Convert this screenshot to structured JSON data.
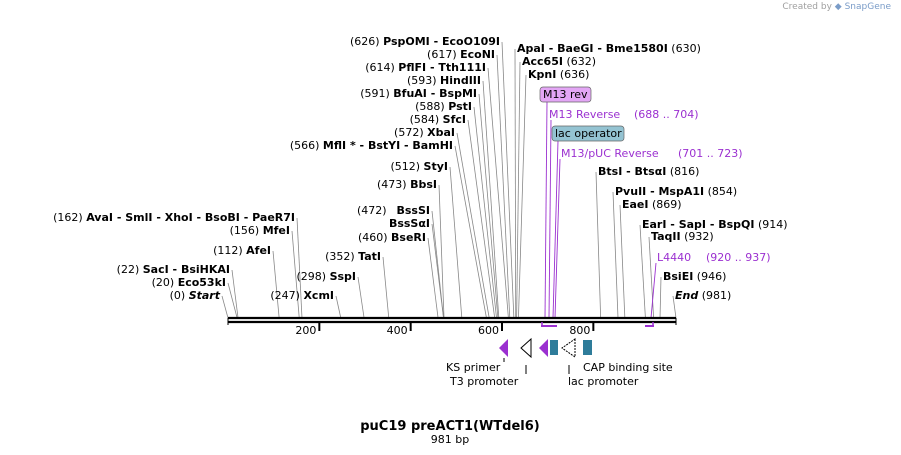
{
  "creator": {
    "prefix": "Created by",
    "brand": "SnapGene"
  },
  "plasmid": {
    "name": "puC19 preACT1(WTdel6)",
    "length_label": "981 bp",
    "length": 981
  },
  "axis_ticks": [
    {
      "label": "200",
      "bp": 200
    },
    {
      "label": "400",
      "bp": 400
    },
    {
      "label": "600",
      "bp": 600
    },
    {
      "label": "800",
      "bp": 800
    }
  ],
  "left_labels": [
    {
      "pos": "(626)",
      "bp": 626,
      "row": 0,
      "names": [
        "PspOMI",
        "EcoO109I"
      ]
    },
    {
      "pos": "(617)",
      "bp": 617,
      "row": 1,
      "names": [
        "EcoNI"
      ]
    },
    {
      "pos": "(614)",
      "bp": 614,
      "row": 2,
      "names": [
        "PflFI",
        "Tth111I"
      ]
    },
    {
      "pos": "(593)",
      "bp": 593,
      "row": 3,
      "names": [
        "HindIII"
      ]
    },
    {
      "pos": "(591)",
      "bp": 591,
      "row": 4,
      "names": [
        "BfuAI",
        "BspMI"
      ]
    },
    {
      "pos": "(588)",
      "bp": 588,
      "row": 5,
      "names": [
        "PstI"
      ]
    },
    {
      "pos": "(584)",
      "bp": 584,
      "row": 6,
      "names": [
        "SfcI"
      ]
    },
    {
      "pos": "(572)",
      "bp": 572,
      "row": 7,
      "names": [
        "XbaI"
      ]
    },
    {
      "pos": "(566)",
      "bp": 566,
      "row": 8,
      "names": [
        "MflI *",
        "BstYI",
        "BamHI"
      ]
    },
    {
      "pos": "(512)",
      "bp": 512,
      "row": 9,
      "names": [
        "StyI"
      ]
    },
    {
      "pos": "(473)",
      "bp": 473,
      "row": 10,
      "names": [
        "BbsI"
      ]
    },
    {
      "pos": "(472)",
      "bp": 472,
      "row": 11,
      "names": [
        "BssSI"
      ],
      "pos_hidden": true
    },
    {
      "pos": "",
      "bp": 472,
      "row": 12,
      "names": [
        "BssSαI"
      ]
    },
    {
      "pos": "(460)",
      "bp": 460,
      "row": 13,
      "names": [
        "BseRI"
      ]
    },
    {
      "pos": "(352)",
      "bp": 352,
      "row": 14,
      "names": [
        "TatI"
      ]
    },
    {
      "pos": "(298)",
      "bp": 298,
      "row": 15,
      "names": [
        "SspI"
      ]
    },
    {
      "pos": "(247)",
      "bp": 247,
      "row": 16,
      "names": [
        "XcmI"
      ]
    },
    {
      "pos": "(162)",
      "bp": 162,
      "row": 17,
      "names": [
        "AvaI",
        "SmlI",
        "XhoI",
        "BsoBI",
        "PaeR7I"
      ]
    },
    {
      "pos": "(156)",
      "bp": 156,
      "row": 18,
      "names": [
        "MfeI"
      ]
    },
    {
      "pos": "(112)",
      "bp": 112,
      "row": 19,
      "names": [
        "AfeI"
      ]
    },
    {
      "pos": "(22)",
      "bp": 22,
      "row": 20,
      "names": [
        "SacI",
        "BsiHKAI"
      ]
    },
    {
      "pos": "(20)",
      "bp": 20,
      "row": 21,
      "names": [
        "Eco53kI"
      ]
    },
    {
      "pos": "(0)",
      "bp": 0,
      "row": 22,
      "names": [
        "Start"
      ],
      "italic": true
    }
  ],
  "right_labels": [
    {
      "pos": "(630)",
      "bp": 630,
      "names": [
        "ApaI",
        "BaeGI",
        "Bme1580I"
      ]
    },
    {
      "pos": "(632)",
      "bp": 632,
      "names": [
        "Acc65I"
      ]
    },
    {
      "pos": "(636)",
      "bp": 636,
      "names": [
        "KpnI"
      ]
    },
    {
      "pos": "(816)",
      "bp": 816,
      "names": [
        "BtsI",
        "BtsαI"
      ]
    },
    {
      "pos": "(854)",
      "bp": 854,
      "names": [
        "PvuII",
        "MspA1I"
      ]
    },
    {
      "pos": "(869)",
      "bp": 869,
      "names": [
        "EaeI"
      ]
    },
    {
      "pos": "(914)",
      "bp": 914,
      "names": [
        "EarI",
        "SapI",
        "BspQI"
      ]
    },
    {
      "pos": "(932)",
      "bp": 932,
      "names": [
        "TaqII"
      ]
    },
    {
      "pos": "(946)",
      "bp": 946,
      "names": [
        "BsiEI"
      ]
    },
    {
      "pos": "(981)",
      "bp": 981,
      "names": [
        "End"
      ],
      "italic": true
    }
  ],
  "primers": [
    {
      "name": "M13 rev",
      "boxed": true,
      "box_color": "#e3a6f5"
    },
    {
      "name": "M13 Reverse",
      "range": "(688 .. 704)",
      "start": 688,
      "end": 704
    },
    {
      "name": "lac operator",
      "boxed": true,
      "box_color": "#94c3d2"
    },
    {
      "name": "M13/pUC Reverse",
      "range": "(701 .. 723)",
      "start": 701,
      "end": 723
    },
    {
      "name": "L4440",
      "range": "(920 .. 937)",
      "start": 920,
      "end": 937
    }
  ],
  "features": {
    "ks_primer": "KS primer",
    "t3_promoter": "T3 promoter",
    "lac_promoter": "lac promoter",
    "cap_site": "CAP binding site"
  },
  "colors": {
    "primer": "#9b30d0",
    "feature_teal": "#2e7c9a",
    "lac_box": "#94c3d2",
    "m13_box": "#e3a6f5"
  }
}
